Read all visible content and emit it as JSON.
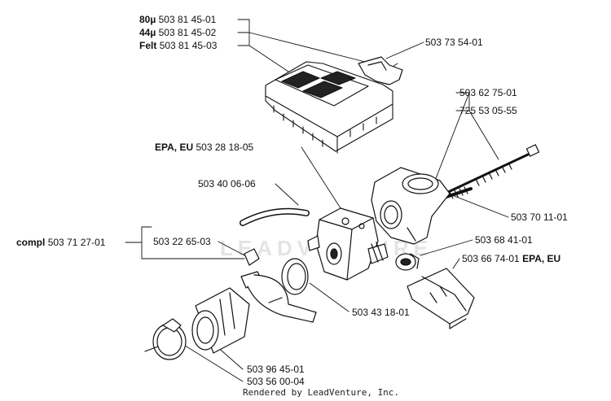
{
  "labels": {
    "filter_80_prefix": "80µ",
    "filter_80_num": "503 81 45-01",
    "filter_44_prefix": "44µ",
    "filter_44_num": "503 81 45-02",
    "filter_felt_prefix": "Felt",
    "filter_felt_num": "503 81 45-03",
    "cover": "503 73 54-01",
    "bolt_a": "503 62 75-01",
    "bolt_b": "725 53 05-55",
    "carb_prefix": "EPA, EU",
    "carb_num": "503 28 18-05",
    "hose": "503 40 06-06",
    "spring": "503 70 11-01",
    "compl_prefix": "compl",
    "compl_num": "503 71 27-01",
    "clamp_set": "503 22 65-03",
    "grommet": "503 68 41-01",
    "rail_num": "503 66 74-01",
    "rail_suffix": "EPA, EU",
    "ring": "503 43 18-01",
    "boot": "503 96 45-01",
    "hose_clamp": "503 56 00-04"
  },
  "credit": "Rendered by LeadVenture, Inc.",
  "watermark": "LEADVENTURE"
}
